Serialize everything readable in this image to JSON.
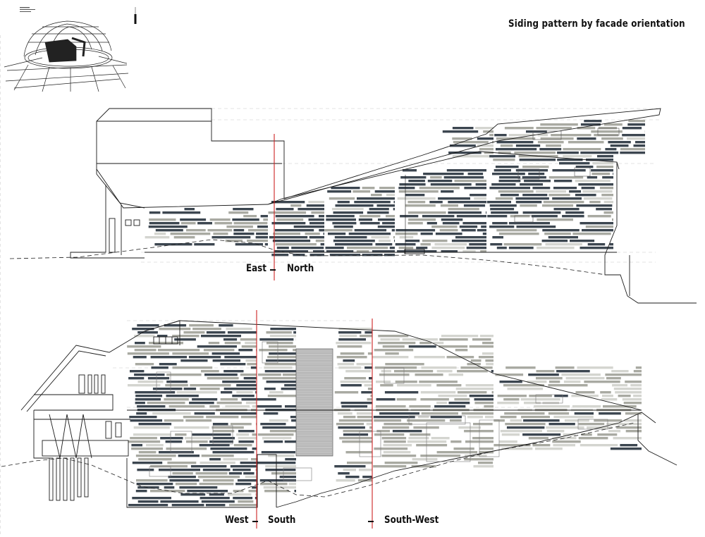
{
  "title": "Siding pattern by facade orientation",
  "labels": {
    "east": "East",
    "north": "North",
    "west": "West",
    "south": "South",
    "south_west": "South-West"
  },
  "colors": {
    "dark": "#3c4650",
    "grey": "#a9aaa2",
    "light": "#d4d5d0",
    "line": "#1a1a1a",
    "cut": "#cc2222"
  }
}
